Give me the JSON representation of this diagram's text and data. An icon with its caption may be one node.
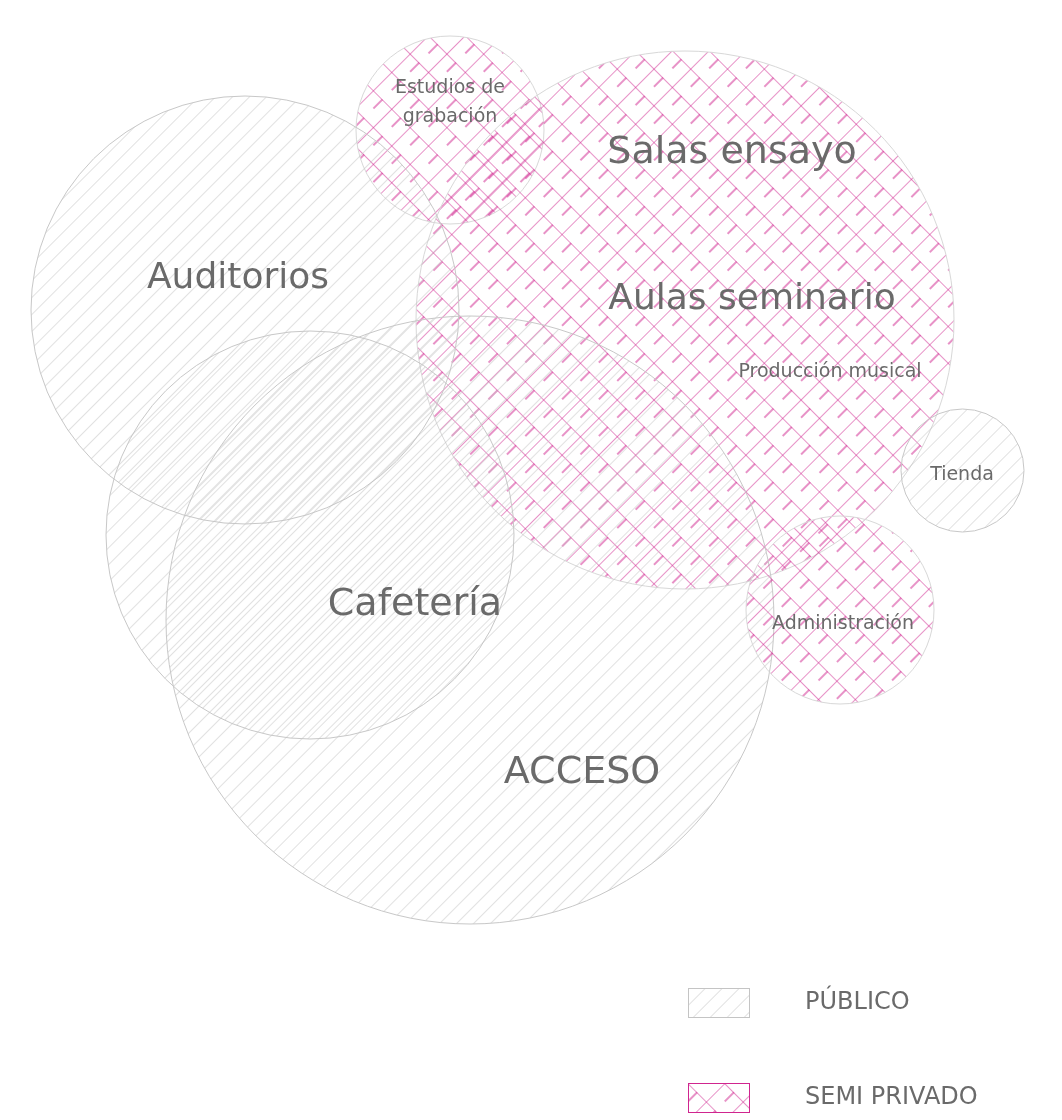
{
  "diagram": {
    "nodes": [
      {
        "text": [
          "Estudios de grabación"
        ]
      },
      {
        "text": [
          "Salas ensayo",
          "Aulas seminario",
          "Producción musical"
        ]
      },
      {
        "text": [
          "Auditorios"
        ]
      },
      {
        "text": [
          "Cafetería"
        ]
      },
      {
        "text": [
          "ACCESO"
        ]
      },
      {
        "text": [
          "Tienda"
        ]
      },
      {
        "text": [
          "Administración"
        ]
      }
    ],
    "edges": [],
    "legend": [
      {
        "text": "PÚBLICO"
      },
      {
        "text": "SEMI PRIVADO"
      }
    ]
  }
}
